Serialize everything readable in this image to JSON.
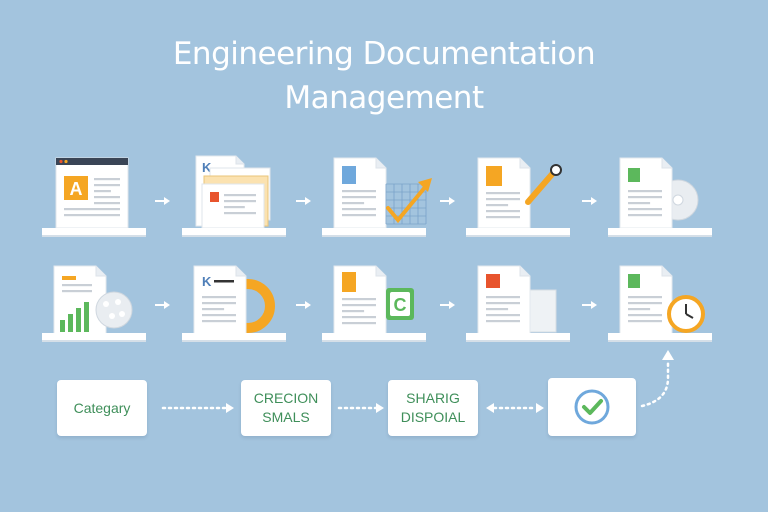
{
  "title": {
    "line1": "Engineering Documentation",
    "line2": "Management"
  },
  "colors": {
    "background": "#a3c4de",
    "doc_white": "#ffffff",
    "shelf": "#ffffff",
    "accent_orange": "#f5a623",
    "accent_green": "#5cb85c",
    "accent_blue": "#6fa8dc",
    "accent_red": "#e8542d",
    "text_gray": "#c9cfd6",
    "label_green": "#3f8f5a",
    "arrow": "#ffffff"
  },
  "row1": [
    {
      "name": "browser-document-icon",
      "kind": "browser",
      "letter": "A"
    },
    {
      "name": "stacked-folders-icon",
      "kind": "folders",
      "letter": "K"
    },
    {
      "name": "document-grid-chart-icon",
      "kind": "doc-chart"
    },
    {
      "name": "document-pen-icon",
      "kind": "doc-pen"
    },
    {
      "name": "document-disc-icon",
      "kind": "doc-disc"
    }
  ],
  "row2": [
    {
      "name": "document-bar-chart-icon",
      "kind": "doc-bars"
    },
    {
      "name": "document-donut-icon",
      "kind": "doc-donut",
      "letter": "K"
    },
    {
      "name": "document-c-badge-icon",
      "kind": "doc-c",
      "letter": "C"
    },
    {
      "name": "document-stack-icon",
      "kind": "doc-stack"
    },
    {
      "name": "document-clock-icon",
      "kind": "doc-clock"
    }
  ],
  "bottom": {
    "category": {
      "label": "Categary"
    },
    "creation": {
      "line1": "CRECION",
      "line2": "SMALS"
    },
    "sharing": {
      "line1": "SHARIG",
      "line2": "DISPOIAL"
    },
    "check": {
      "icon": "check-circle-icon"
    }
  }
}
